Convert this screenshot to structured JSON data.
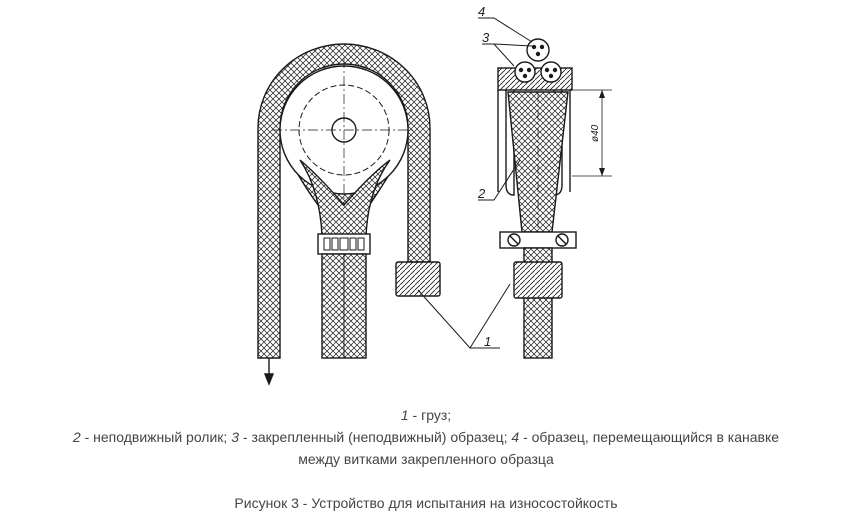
{
  "labels": {
    "weight": "1",
    "roller": "2",
    "fixed_sample": "3",
    "moving_sample": "4",
    "dimension": "ø40"
  },
  "legend": {
    "line1": {
      "num": "1",
      "text": " - груз;"
    },
    "line2": {
      "n2": "2",
      "t2": " - неподвижный ролик; ",
      "n3": "3",
      "t3": " - закрепленный (неподвижный) образец; ",
      "n4": "4",
      "t4": " - образец, перемещающийся в канавке"
    },
    "line3": "между витками закрепленного образца"
  },
  "caption": "Рисунок 3 - Устройство для испытания на износостойкость",
  "colors": {
    "line": "#1a1a1a",
    "text": "#444444"
  }
}
